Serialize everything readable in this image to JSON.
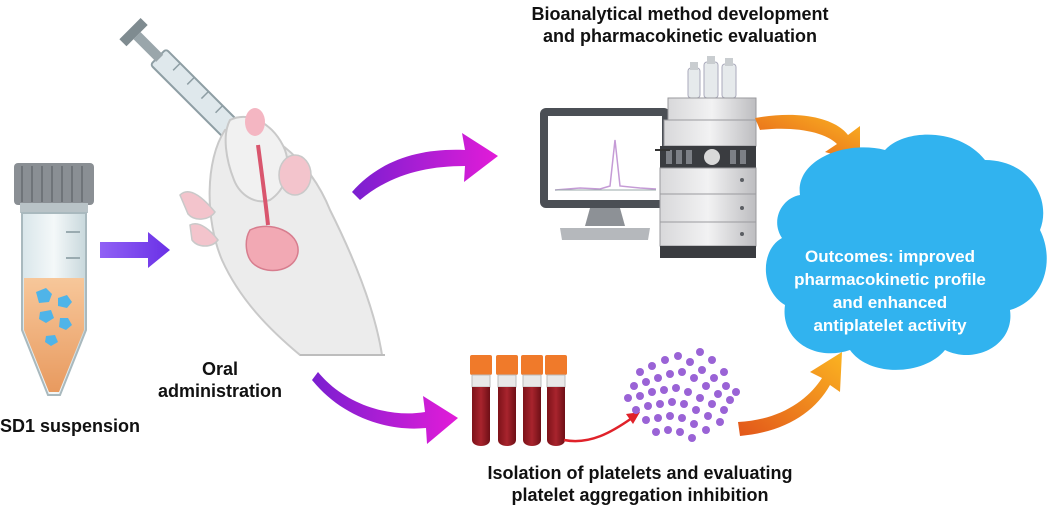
{
  "labels": {
    "top_line1": "Bioanalytical method development",
    "top_line2": "and pharmacokinetic evaluation",
    "oral_line1": "Oral",
    "oral_line2": "administration",
    "sd1": "SD1 suspension",
    "bottom_line1": "Isolation of platelets and  evaluating",
    "bottom_line2": "platelet aggregation  inhibition",
    "outcome_line1": "Outcomes: improved",
    "outcome_line2": "pharmacokinetic profile",
    "outcome_line3": "and enhanced",
    "outcome_line4": "antiplatelet activity"
  },
  "colors": {
    "purple_arrow": "#7b3ff2",
    "magenta_arrow": "#d21ad8",
    "orange_arrow": "#f39a1d",
    "outcome_cloud": "#31b3ef",
    "blood": "#9c1c25",
    "tube_cap": "#f07a2a",
    "platelet": "#9a63d6"
  }
}
